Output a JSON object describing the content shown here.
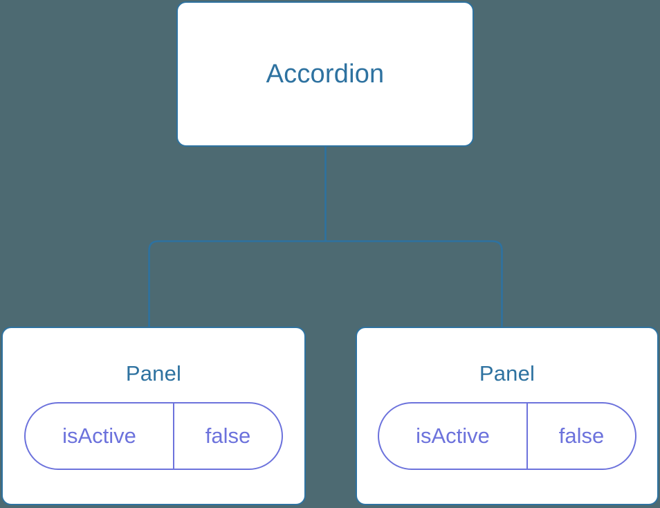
{
  "diagram": {
    "background_color": "#4d6a72",
    "node_border_color": "#2e72a0",
    "node_title_color": "#2e72a0",
    "edge_color": "#2e72a0",
    "prop_color": "#6c72dc",
    "root": {
      "title": "Accordion"
    },
    "children": [
      {
        "title": "Panel",
        "props": [
          {
            "key": "isActive",
            "value": "false"
          }
        ]
      },
      {
        "title": "Panel",
        "props": [
          {
            "key": "isActive",
            "value": "false"
          }
        ]
      }
    ]
  }
}
